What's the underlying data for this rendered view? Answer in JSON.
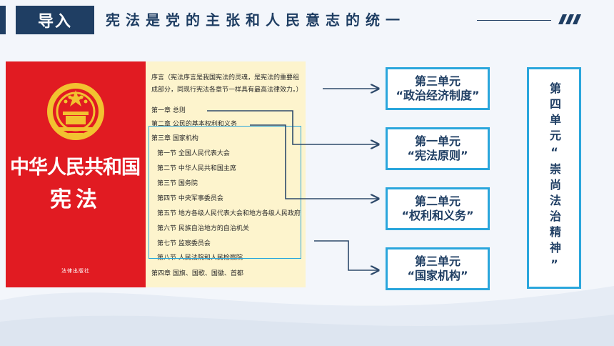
{
  "header": {
    "badge": "导入",
    "title": "宪法是党的主张和人民意志的统一"
  },
  "book": {
    "cover_title": "中华人民共和国",
    "cover_subtitle": "宪法",
    "publisher": "法律出版社",
    "toc": {
      "preamble": "序言（宪法序言是我国宪法的灵魂，是宪法的重要组成部分，同现行宪法各章节一样具有最高法律效力。）",
      "ch1": "第一章 总则",
      "ch2": "第二章 公民的基本权利和义务",
      "ch3": "第三章 国家机构",
      "s1": "第一节 全国人民代表大会",
      "s2": "第二节 中华人民共和国主席",
      "s3": "第三节 国务院",
      "s4": "第四节 中央军事委员会",
      "s5": "第五节 地方各级人民代表大会和地方各级人民政府",
      "s6": "第六节 民族自治地方的自治机关",
      "s7": "第七节 监察委员会",
      "s8": "第八节 人民法院和人民检察院",
      "ch4": "第四章 国旗、国歌、国徽、首都"
    }
  },
  "units": [
    {
      "line1": "第三单元",
      "line2": "“政治经济制度”"
    },
    {
      "line1": "第一单元",
      "line2": "“宪法原则”"
    },
    {
      "line1": "第二单元",
      "line2": "“权利和义务”"
    },
    {
      "line1": "第三单元",
      "line2": "“国家机构”"
    }
  ],
  "unit4": {
    "text": "第四单元“崇尚法治精神”"
  },
  "colors": {
    "navy": "#1f3e63",
    "cyan": "#2aa6dc",
    "cover_red": "#e11b22",
    "page_yellow": "#fdf4cd"
  }
}
